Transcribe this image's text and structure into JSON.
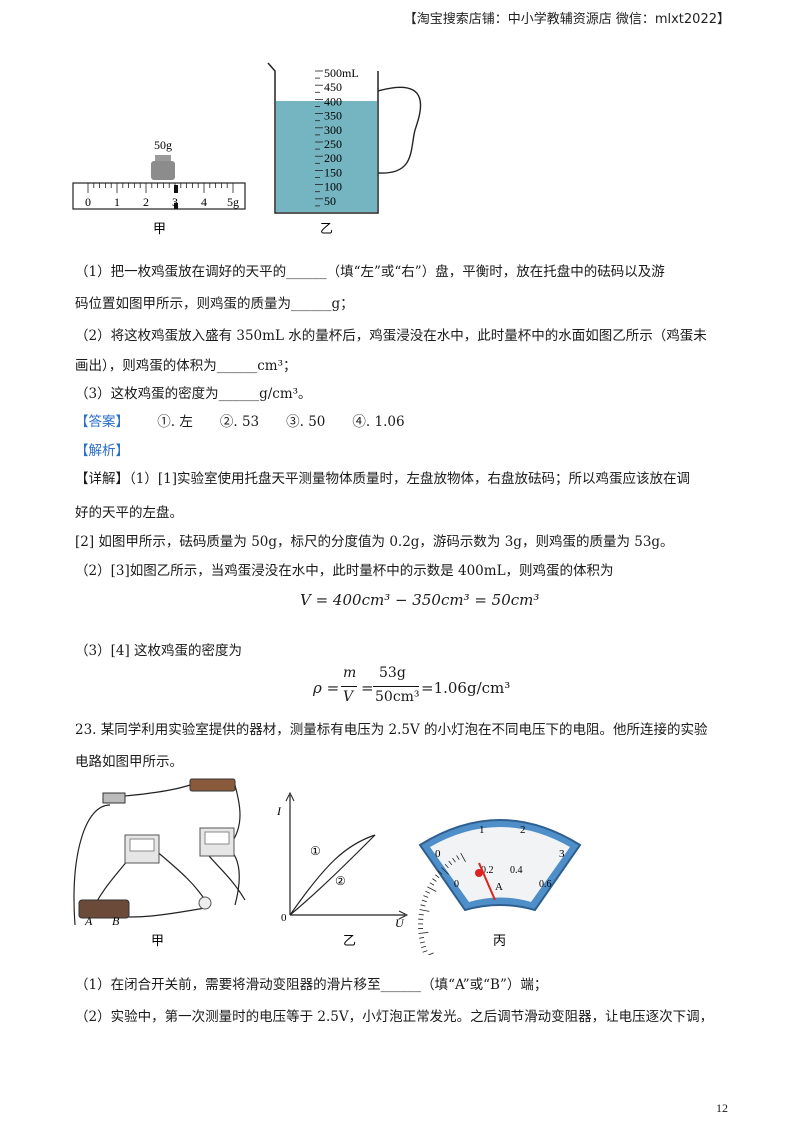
{
  "header": "【淘宝搜索店铺：中小学教辅资源店 微信：mlxt2022】",
  "fig1": {
    "weight": "50g",
    "ruler_ticks": [
      "0",
      "1",
      "2",
      "3",
      "4",
      "5g"
    ],
    "label_jia": "甲",
    "label_yi": "乙",
    "cylinder_marks": [
      "500mL",
      "450",
      "400",
      "350",
      "300",
      "250",
      "200",
      "150",
      "100",
      "50"
    ]
  },
  "q1_line1": "（1）把一枚鸡蛋放在调好的天平的______（填“左”或“右”）盘，平衡时，放在托盘中的砝码以及游",
  "q1_line2": "码位置如图甲所示，则鸡蛋的质量为______g；",
  "q2_line1": "（2）将这枚鸡蛋放入盛有 350mL 水的量杯后，鸡蛋浸没在水中，此时量杯中的水面如图乙所示（鸡蛋未",
  "q2_line2": "画出），则鸡蛋的体积为______cm³；",
  "q3_line": "（3）这枚鸡蛋的密度为______g/cm³。",
  "answer_label": "【答案】",
  "answer_text": "①. 左　　②. 53　　③. 50　　④. 1.06",
  "analysis_label": "【解析】",
  "detail_label": "【详解】",
  "detail1_text": "（1）[1]实验室使用托盘天平测量物体质量时，左盘放物体，右盘放砝码；所以鸡蛋应该放在调",
  "detail1_line2": "好的天平的左盘。",
  "detail2": "[2]  如图甲所示，砝码质量为 50g，标尺的分度值为 0.2g，游码示数为 3g，则鸡蛋的质量为 53g。",
  "detail3": "（2）[3]如图乙所示，当鸡蛋浸没在水中，此时量杯中的示数是 400mL，则鸡蛋的体积为",
  "formula1": "V = 400cm³ − 350cm³ = 50cm³",
  "detail4": "（3）[4]  这枚鸡蛋的密度为",
  "formula2": {
    "rho": "ρ =",
    "m": "m",
    "V": "V",
    "num": "53g",
    "den": "50cm³",
    "result": "=1.06g/cm³"
  },
  "q23_line1": "23. 某同学利用实验室提供的器材，测量标有电压为 2.5V 的小灯泡在不同电压下的电阻。他所连接的实验",
  "q23_line2": "电路如图甲所示。",
  "fig2": {
    "label_jia": "甲",
    "label_yi": "乙",
    "label_bing": "丙",
    "A": "A",
    "B": "B",
    "axis_I": "I",
    "axis_U": "U",
    "origin": "0",
    "curve1": "①",
    "curve2": "②",
    "meter_top": [
      "0",
      "1",
      "2",
      "3"
    ],
    "meter_bottom": [
      "0",
      "0.2",
      "0.4",
      "0.6"
    ],
    "meter_unit": "A"
  },
  "q23_1": "（1）在闭合开关前，需要将滑动变阻器的滑片移至______（填“A”或“B”）端；",
  "q23_2": "（2）实验中，第一次测量时的电压等于 2.5V，小灯泡正常发光。之后调节滑动变阻器，让电压逐次下调，",
  "page_number": "12"
}
